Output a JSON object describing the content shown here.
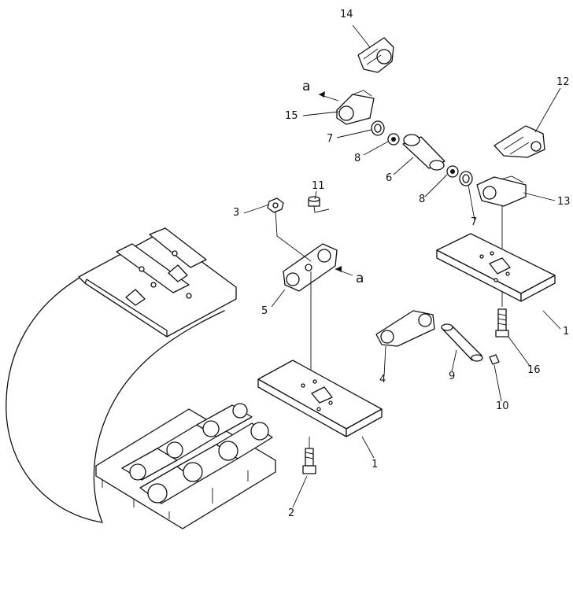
{
  "diagram": {
    "part_numbers": [
      "14",
      "12",
      "15",
      "7",
      "8",
      "6",
      "8",
      "7",
      "13",
      "11",
      "3",
      "5",
      "1",
      "4",
      "9",
      "16",
      "10",
      "1",
      "2"
    ],
    "reference_letters": [
      "a",
      "a"
    ]
  }
}
